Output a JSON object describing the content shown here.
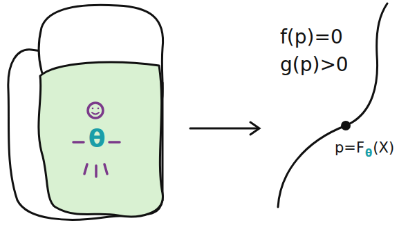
{
  "diagram": {
    "labels": [
      "θ",
      "f(p)=0",
      "g(p)>0",
      "p=F",
      "θ",
      "(X)"
    ]
  }
}
